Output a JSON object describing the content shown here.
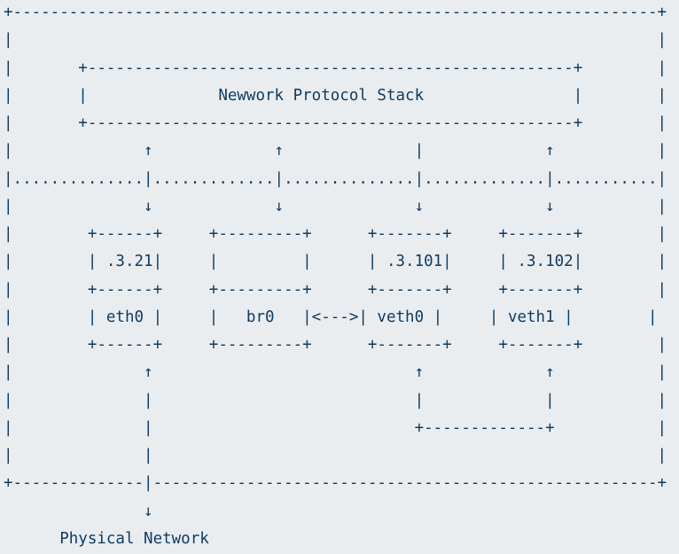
{
  "diagram": {
    "lines": [
      "+---------------------------------------------------------------------+",
      "|                                                                     |",
      "|       +----------------------------------------------------+        |",
      "|       |              Newwork Protocol Stack                |        |",
      "|       +----------------------------------------------------+        |",
      "|              ↑             ↑              |             ↑           |",
      "|..............|.............|..............|.............|...........|",
      "|              ↓             ↓              ↓             ↓           |",
      "|        +------+     +---------+      +-------+     +-------+        |",
      "|        | .3.21|     |         |      | .3.101|     | .3.102|        |",
      "|        +------+     +---------+      +-------+     +-------+        |",
      "|        | eth0 |     |   br0   |<--->| veth0 |     | veth1 |        |",
      "|        +------+     +---------+      +-------+     +-------+        |",
      "|              ↑                            ↑             ↑           |",
      "|              |                            |             |           |",
      "|              |                            +-------------+           |",
      "|              |                                                      |",
      "+--------------|------------------------------------------------------+",
      "               ↓",
      "      Physical Network"
    ]
  }
}
